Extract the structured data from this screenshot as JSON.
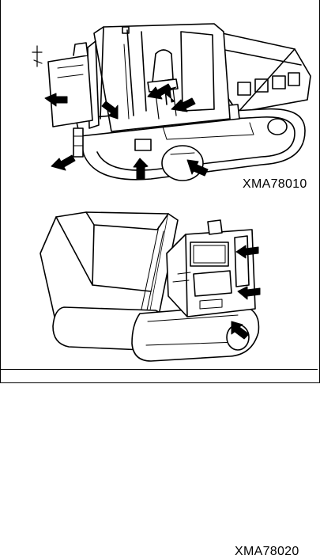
{
  "figure_1": {
    "caption": "XMA78010",
    "arrow_count": 8
  },
  "figure_2": {
    "caption": "XMA78020",
    "arrow_count": 3
  }
}
